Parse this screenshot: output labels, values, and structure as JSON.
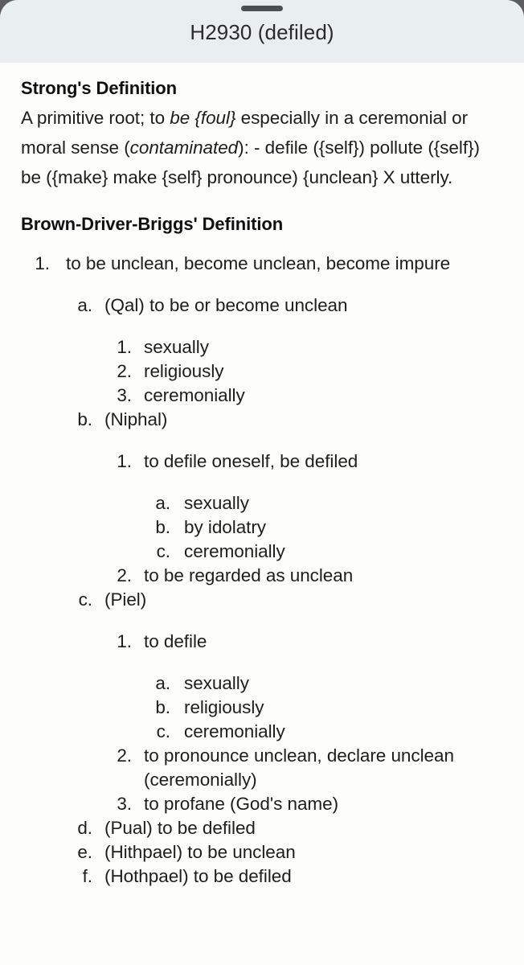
{
  "sheet": {
    "title": "H2930 (defiled)",
    "drag_handle": "drag-handle",
    "header_bg": "#e9eef0",
    "body_bg": "#fdfdfc",
    "text_color": "#1d1d1e"
  },
  "strongs": {
    "heading": "Strong's Definition",
    "text_part1": "A primitive root; to ",
    "text_italic1": "be {foul}",
    "text_part2": " especially in a ceremonial or moral sense (",
    "text_italic2": "contaminated",
    "text_part3": "): - defile ({self}) pollute ({self}) be ({make} make {self} pronounce) {unclean} X utterly."
  },
  "bdb": {
    "heading": "Brown-Driver-Briggs' Definition",
    "items": [
      {
        "marker": "1.",
        "text": "to be unclean, become unclean, become impure",
        "children": [
          {
            "marker": "a.",
            "text": "(Qal) to be or become unclean",
            "children": [
              {
                "marker": "1.",
                "text": "sexually"
              },
              {
                "marker": "2.",
                "text": "religiously"
              },
              {
                "marker": "3.",
                "text": "ceremonially"
              }
            ]
          },
          {
            "marker": "b.",
            "text": "(Niphal)",
            "children": [
              {
                "marker": "1.",
                "text": "to defile oneself, be defiled",
                "children": [
                  {
                    "marker": "a.",
                    "text": "sexually"
                  },
                  {
                    "marker": "b.",
                    "text": "by idolatry"
                  },
                  {
                    "marker": "c.",
                    "text": "ceremonially"
                  }
                ]
              },
              {
                "marker": "2.",
                "text": "to be regarded as unclean"
              }
            ]
          },
          {
            "marker": "c.",
            "text": "(Piel)",
            "children": [
              {
                "marker": "1.",
                "text": "to defile",
                "children": [
                  {
                    "marker": "a.",
                    "text": "sexually"
                  },
                  {
                    "marker": "b.",
                    "text": "religiously"
                  },
                  {
                    "marker": "c.",
                    "text": "ceremonially"
                  }
                ]
              },
              {
                "marker": "2.",
                "text": "to pronounce unclean, declare unclean (ceremonially)"
              },
              {
                "marker": "3.",
                "text": "to profane (God's name)"
              }
            ]
          },
          {
            "marker": "d.",
            "text": "(Pual) to be defiled"
          },
          {
            "marker": "e.",
            "text": "(Hithpael) to be unclean"
          },
          {
            "marker": "f.",
            "text": "(Hothpael) to be defiled"
          }
        ]
      }
    ]
  }
}
